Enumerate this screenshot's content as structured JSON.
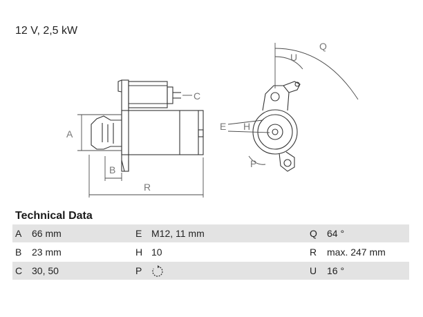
{
  "header": {
    "spec": "12 V, 2,5 kW"
  },
  "diagram_labels": {
    "A": "A",
    "B": "B",
    "C": "C",
    "R": "R",
    "E": "E",
    "H": "H",
    "P": "P",
    "Q": "Q",
    "U": "U"
  },
  "technical_data": {
    "title": "Technical Data",
    "rows": [
      [
        {
          "key": "A",
          "value": "66 mm"
        },
        {
          "key": "E",
          "value": "M12, 11 mm"
        },
        {
          "key": "Q",
          "value": "64 °"
        }
      ],
      [
        {
          "key": "B",
          "value": "23 mm"
        },
        {
          "key": "H",
          "value": "10"
        },
        {
          "key": "R",
          "value": "max. 247 mm"
        }
      ],
      [
        {
          "key": "C",
          "value": "30, 50"
        },
        {
          "key": "P",
          "value": "",
          "icon": "clockwise-rotation-icon"
        },
        {
          "key": "U",
          "value": "16 °"
        }
      ]
    ]
  }
}
